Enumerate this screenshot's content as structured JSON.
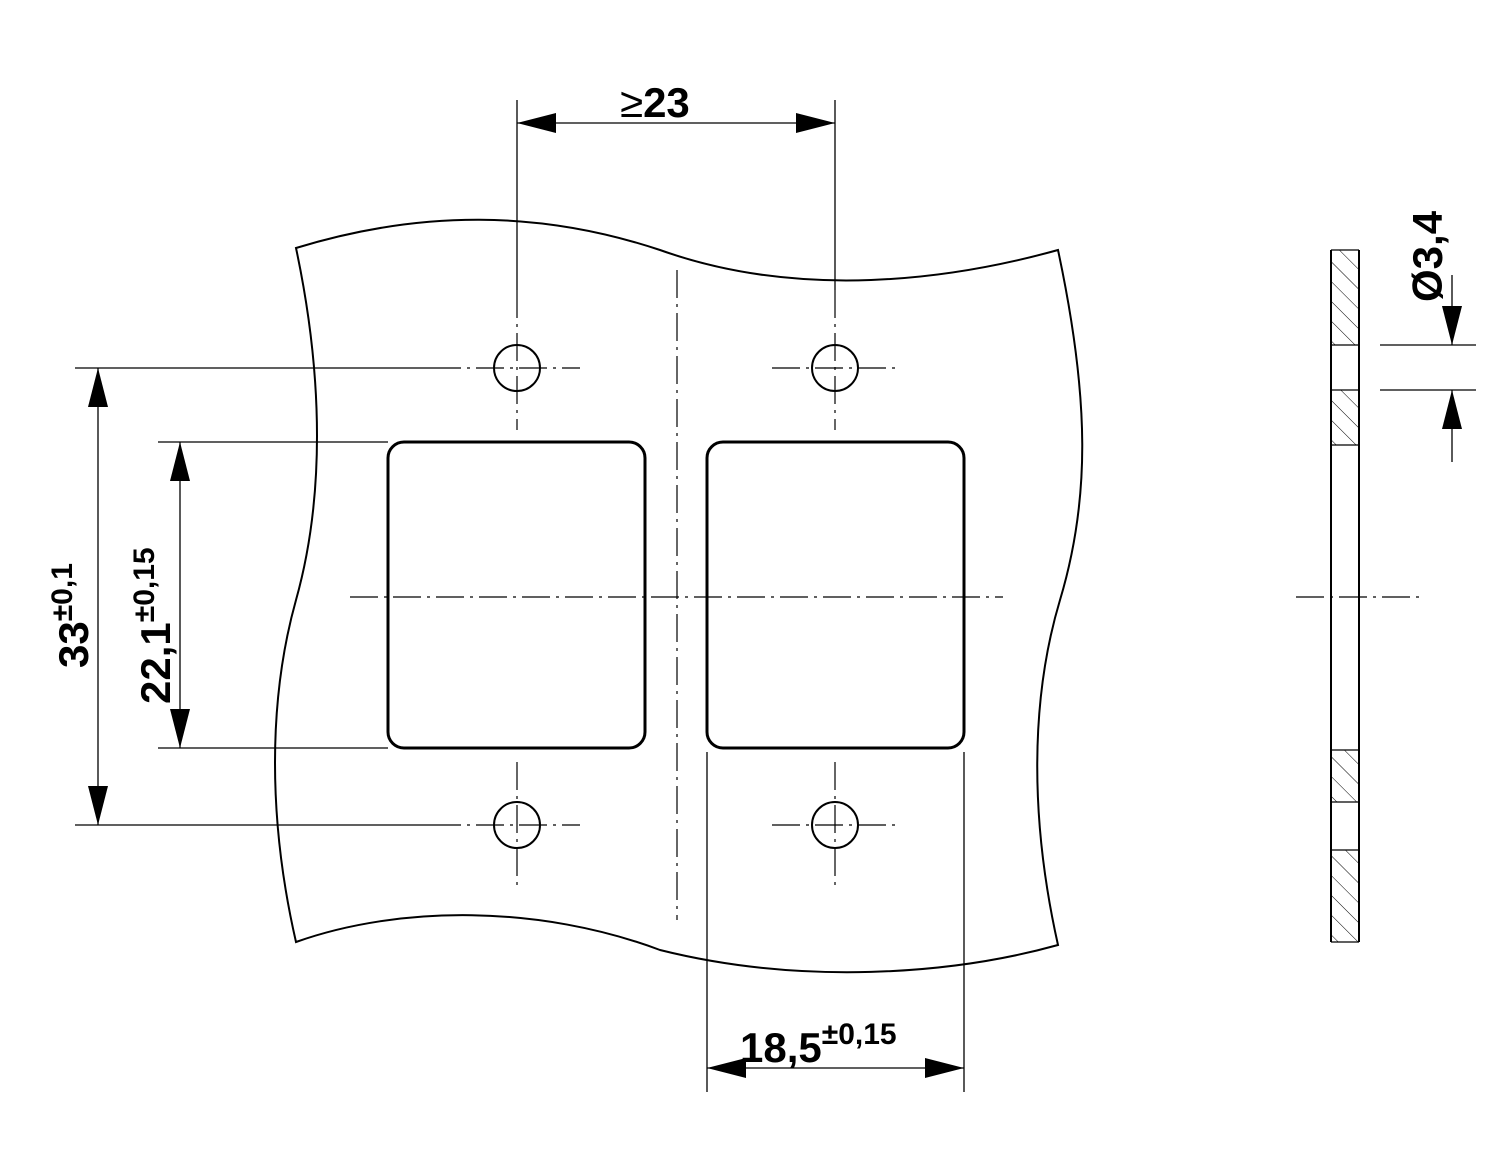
{
  "dimensions": {
    "spacing_min": {
      "prefix": "≥",
      "value": "23"
    },
    "hole_diameter": {
      "value": "Ø3,4"
    },
    "hole_pitch_vertical": {
      "value": "33",
      "tolerance": "±0,1"
    },
    "cutout_height": {
      "value": "22,1",
      "tolerance": "±0,15"
    },
    "cutout_width": {
      "value": "18,5",
      "tolerance": "±0,15"
    }
  },
  "colors": {
    "line": "#000000",
    "background": "#ffffff"
  }
}
